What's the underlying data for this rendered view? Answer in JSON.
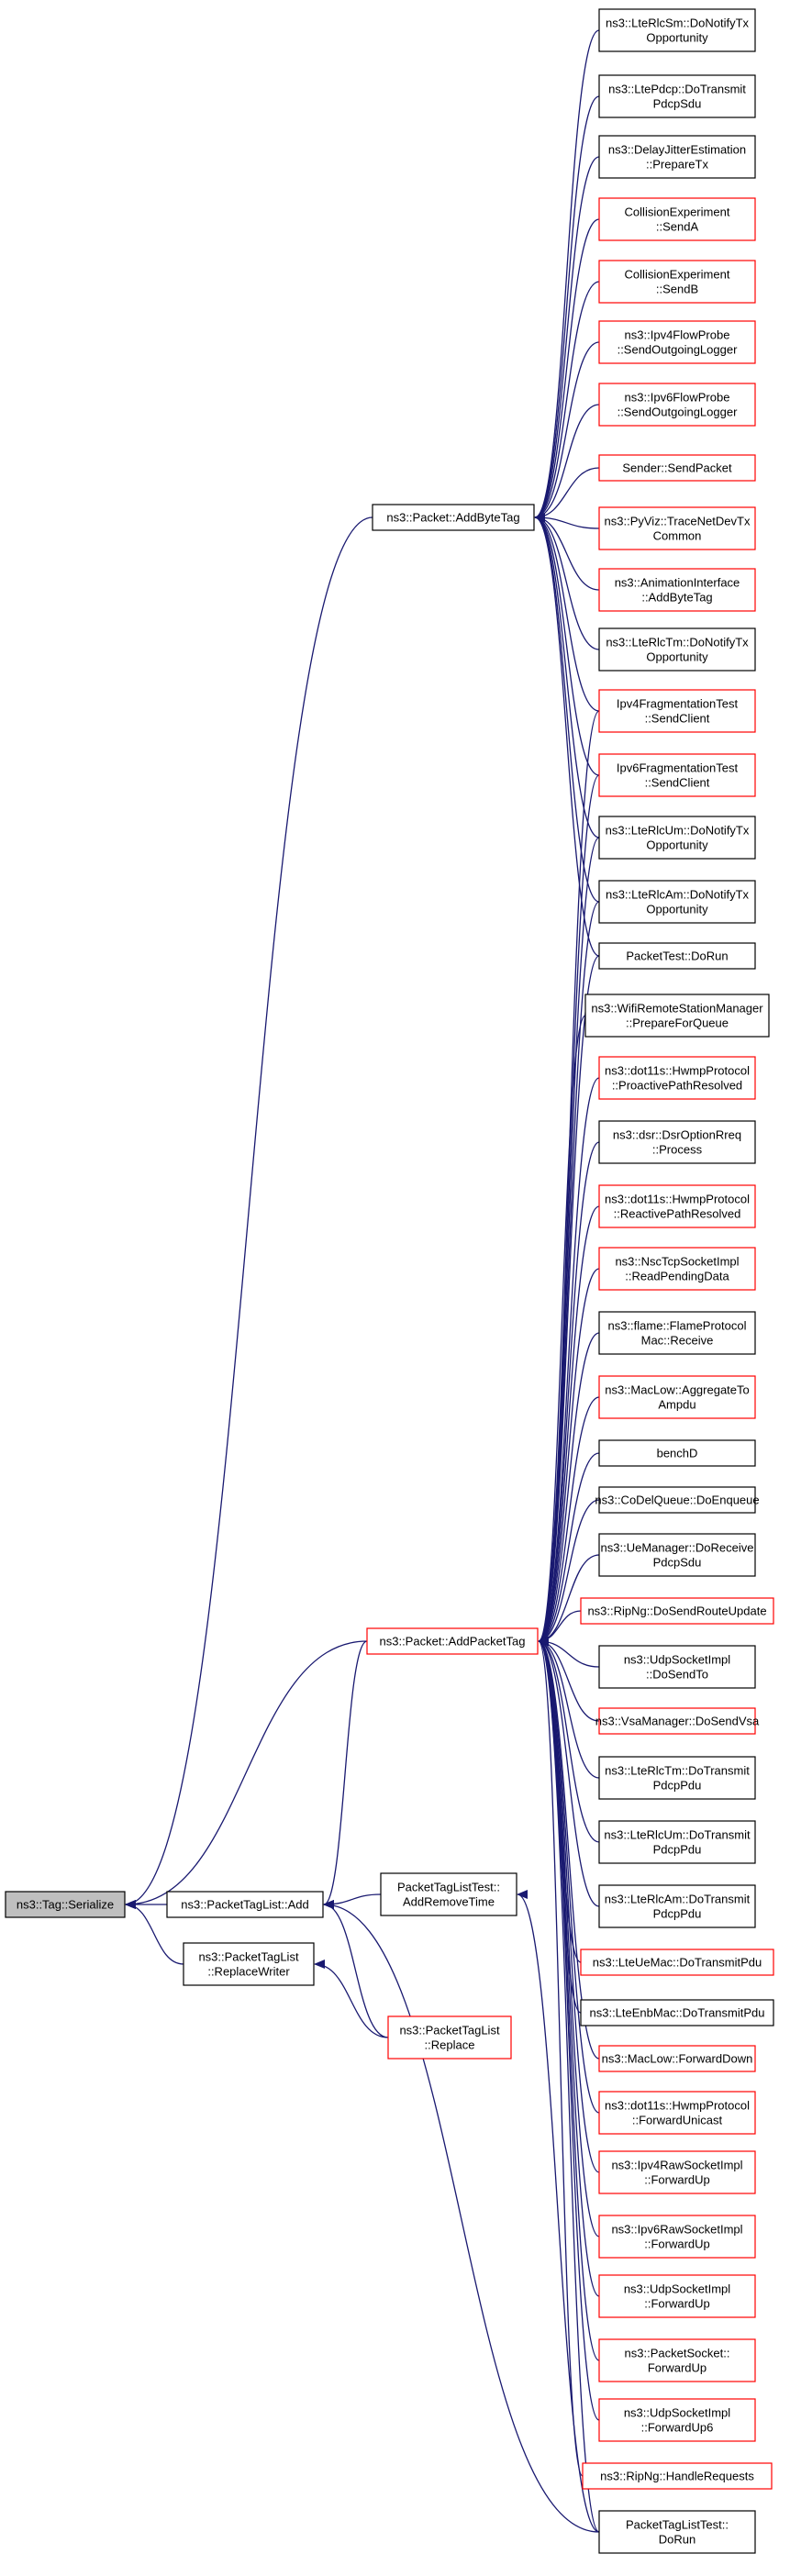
{
  "colors": {
    "edge": "#191970",
    "border_normal": "#000000",
    "border_link": "#ff0000",
    "root_fill": "#bfbfbf",
    "fill": "#ffffff"
  },
  "nodes": {
    "serialize": {
      "lines": [
        "ns3::Tag::Serialize"
      ],
      "style": "root"
    },
    "add_byte_tag": {
      "lines": [
        "ns3::Packet::AddByteTag"
      ],
      "style": "normal"
    },
    "add_packet_tag": {
      "lines": [
        "ns3::Packet::AddPacketTag"
      ],
      "style": "link"
    },
    "tag_list_add": {
      "lines": [
        "ns3::PacketTagList::Add"
      ],
      "style": "normal"
    },
    "replace_writer": {
      "lines": [
        "ns3::PacketTagList",
        "::ReplaceWriter"
      ],
      "style": "normal"
    },
    "add_remove_time": {
      "lines": [
        "PacketTagListTest::",
        "AddRemoveTime"
      ],
      "style": "normal"
    },
    "replace": {
      "lines": [
        "ns3::PacketTagList",
        "::Replace"
      ],
      "style": "link"
    },
    "b1": {
      "lines": [
        "ns3::LteRlcSm::DoNotifyTx",
        "Opportunity"
      ],
      "style": "normal"
    },
    "b2": {
      "lines": [
        "ns3::LtePdcp::DoTransmit",
        "PdcpSdu"
      ],
      "style": "normal"
    },
    "b3": {
      "lines": [
        "ns3::DelayJitterEstimation",
        "::PrepareTx"
      ],
      "style": "normal"
    },
    "b4": {
      "lines": [
        "CollisionExperiment",
        "::SendA"
      ],
      "style": "link"
    },
    "b5": {
      "lines": [
        "CollisionExperiment",
        "::SendB"
      ],
      "style": "link"
    },
    "b6": {
      "lines": [
        "ns3::Ipv4FlowProbe",
        "::SendOutgoingLogger"
      ],
      "style": "link"
    },
    "b7": {
      "lines": [
        "ns3::Ipv6FlowProbe",
        "::SendOutgoingLogger"
      ],
      "style": "link"
    },
    "b8": {
      "lines": [
        "Sender::SendPacket"
      ],
      "style": "link"
    },
    "b9": {
      "lines": [
        "ns3::PyViz::TraceNetDevTx",
        "Common"
      ],
      "style": "link"
    },
    "b10": {
      "lines": [
        "ns3::AnimationInterface",
        "::AddByteTag"
      ],
      "style": "link"
    },
    "b11": {
      "lines": [
        "ns3::LteRlcTm::DoNotifyTx",
        "Opportunity"
      ],
      "style": "normal"
    },
    "b12": {
      "lines": [
        "Ipv4FragmentationTest",
        "::SendClient"
      ],
      "style": "link"
    },
    "b13": {
      "lines": [
        "Ipv6FragmentationTest",
        "::SendClient"
      ],
      "style": "link"
    },
    "b14": {
      "lines": [
        "ns3::LteRlcUm::DoNotifyTx",
        "Opportunity"
      ],
      "style": "normal"
    },
    "b15": {
      "lines": [
        "ns3::LteRlcAm::DoNotifyTx",
        "Opportunity"
      ],
      "style": "normal"
    },
    "b16": {
      "lines": [
        "PacketTest::DoRun"
      ],
      "style": "normal"
    },
    "p1": {
      "lines": [
        "ns3::WifiRemoteStationManager",
        "::PrepareForQueue"
      ],
      "style": "normal"
    },
    "p2": {
      "lines": [
        "ns3::dot11s::HwmpProtocol",
        "::ProactivePathResolved"
      ],
      "style": "link"
    },
    "p3": {
      "lines": [
        "ns3::dsr::DsrOptionRreq",
        "::Process"
      ],
      "style": "normal"
    },
    "p4": {
      "lines": [
        "ns3::dot11s::HwmpProtocol",
        "::ReactivePathResolved"
      ],
      "style": "link"
    },
    "p5": {
      "lines": [
        "ns3::NscTcpSocketImpl",
        "::ReadPendingData"
      ],
      "style": "link"
    },
    "p6": {
      "lines": [
        "ns3::flame::FlameProtocol",
        "Mac::Receive"
      ],
      "style": "normal"
    },
    "p7": {
      "lines": [
        "ns3::MacLow::AggregateTo",
        "Ampdu"
      ],
      "style": "link"
    },
    "p8": {
      "lines": [
        "benchD"
      ],
      "style": "normal"
    },
    "p9": {
      "lines": [
        "ns3::CoDelQueue::DoEnqueue"
      ],
      "style": "normal"
    },
    "p10": {
      "lines": [
        "ns3::UeManager::DoReceive",
        "PdcpSdu"
      ],
      "style": "normal"
    },
    "p11": {
      "lines": [
        "ns3::RipNg::DoSendRouteUpdate"
      ],
      "style": "link"
    },
    "p12": {
      "lines": [
        "ns3::UdpSocketImpl",
        "::DoSendTo"
      ],
      "style": "normal"
    },
    "p13": {
      "lines": [
        "ns3::VsaManager::DoSendVsa"
      ],
      "style": "link"
    },
    "p14": {
      "lines": [
        "ns3::LteRlcTm::DoTransmit",
        "PdcpPdu"
      ],
      "style": "normal"
    },
    "p15": {
      "lines": [
        "ns3::LteRlcUm::DoTransmit",
        "PdcpPdu"
      ],
      "style": "normal"
    },
    "p16": {
      "lines": [
        "ns3::LteRlcAm::DoTransmit",
        "PdcpPdu"
      ],
      "style": "normal"
    },
    "p17": {
      "lines": [
        "ns3::LteUeMac::DoTransmitPdu"
      ],
      "style": "link"
    },
    "p18": {
      "lines": [
        "ns3::LteEnbMac::DoTransmitPdu"
      ],
      "style": "normal"
    },
    "p19": {
      "lines": [
        "ns3::MacLow::ForwardDown"
      ],
      "style": "link"
    },
    "p20": {
      "lines": [
        "ns3::dot11s::HwmpProtocol",
        "::ForwardUnicast"
      ],
      "style": "link"
    },
    "p21": {
      "lines": [
        "ns3::Ipv4RawSocketImpl",
        "::ForwardUp"
      ],
      "style": "link"
    },
    "p22": {
      "lines": [
        "ns3::Ipv6RawSocketImpl",
        "::ForwardUp"
      ],
      "style": "link"
    },
    "p23": {
      "lines": [
        "ns3::UdpSocketImpl",
        "::ForwardUp"
      ],
      "style": "link"
    },
    "p24": {
      "lines": [
        "ns3::PacketSocket::",
        "ForwardUp"
      ],
      "style": "link"
    },
    "p25": {
      "lines": [
        "ns3::UdpSocketImpl",
        "::ForwardUp6"
      ],
      "style": "link"
    },
    "p26": {
      "lines": [
        "ns3::RipNg::HandleRequests"
      ],
      "style": "link"
    },
    "do_run": {
      "lines": [
        "PacketTagListTest::",
        "DoRun"
      ],
      "style": "normal"
    }
  },
  "edges": [
    [
      "add_byte_tag",
      "serialize"
    ],
    [
      "add_packet_tag",
      "serialize"
    ],
    [
      "tag_list_add",
      "serialize"
    ],
    [
      "replace_writer",
      "serialize"
    ],
    [
      "b1",
      "add_byte_tag"
    ],
    [
      "b2",
      "add_byte_tag"
    ],
    [
      "b3",
      "add_byte_tag"
    ],
    [
      "b4",
      "add_byte_tag"
    ],
    [
      "b5",
      "add_byte_tag"
    ],
    [
      "b6",
      "add_byte_tag"
    ],
    [
      "b7",
      "add_byte_tag"
    ],
    [
      "b8",
      "add_byte_tag"
    ],
    [
      "b9",
      "add_byte_tag"
    ],
    [
      "b10",
      "add_byte_tag"
    ],
    [
      "b11",
      "add_byte_tag"
    ],
    [
      "b12",
      "add_byte_tag"
    ],
    [
      "b13",
      "add_byte_tag"
    ],
    [
      "b14",
      "add_byte_tag"
    ],
    [
      "b15",
      "add_byte_tag"
    ],
    [
      "b16",
      "add_byte_tag"
    ],
    [
      "b12",
      "add_packet_tag"
    ],
    [
      "b13",
      "add_packet_tag"
    ],
    [
      "b14",
      "add_packet_tag"
    ],
    [
      "b15",
      "add_packet_tag"
    ],
    [
      "b16",
      "add_packet_tag"
    ],
    [
      "p1",
      "add_packet_tag"
    ],
    [
      "p2",
      "add_packet_tag"
    ],
    [
      "p3",
      "add_packet_tag"
    ],
    [
      "p4",
      "add_packet_tag"
    ],
    [
      "p5",
      "add_packet_tag"
    ],
    [
      "p6",
      "add_packet_tag"
    ],
    [
      "p7",
      "add_packet_tag"
    ],
    [
      "p8",
      "add_packet_tag"
    ],
    [
      "p9",
      "add_packet_tag"
    ],
    [
      "p10",
      "add_packet_tag"
    ],
    [
      "p11",
      "add_packet_tag"
    ],
    [
      "p12",
      "add_packet_tag"
    ],
    [
      "p13",
      "add_packet_tag"
    ],
    [
      "p14",
      "add_packet_tag"
    ],
    [
      "p15",
      "add_packet_tag"
    ],
    [
      "p16",
      "add_packet_tag"
    ],
    [
      "p17",
      "add_packet_tag"
    ],
    [
      "p18",
      "add_packet_tag"
    ],
    [
      "p19",
      "add_packet_tag"
    ],
    [
      "p20",
      "add_packet_tag"
    ],
    [
      "p21",
      "add_packet_tag"
    ],
    [
      "p22",
      "add_packet_tag"
    ],
    [
      "p23",
      "add_packet_tag"
    ],
    [
      "p24",
      "add_packet_tag"
    ],
    [
      "p25",
      "add_packet_tag"
    ],
    [
      "p26",
      "add_packet_tag"
    ],
    [
      "do_run",
      "add_packet_tag"
    ],
    [
      "add_packet_tag",
      "tag_list_add"
    ],
    [
      "add_remove_time",
      "tag_list_add"
    ],
    [
      "replace",
      "tag_list_add"
    ],
    [
      "do_run",
      "tag_list_add"
    ],
    [
      "replace",
      "replace_writer"
    ],
    [
      "do_run",
      "add_remove_time"
    ]
  ]
}
